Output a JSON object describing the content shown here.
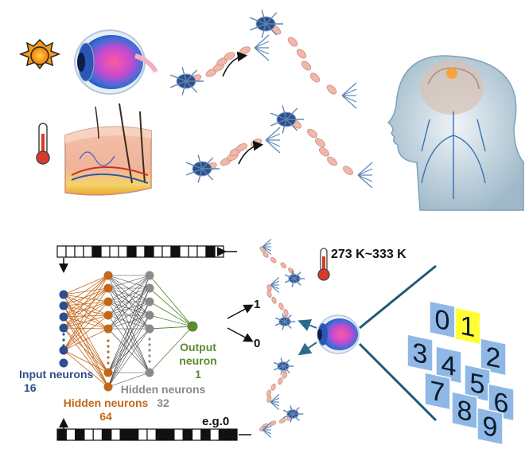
{
  "temperature_range": "273 K~333 K",
  "example_label": "e.g.0",
  "output_values": {
    "high": "1",
    "low": "0"
  },
  "layers": {
    "input": {
      "label": "Input neurons",
      "count": "16",
      "color": "#2e4e8c"
    },
    "hidden1": {
      "label": "Hidden neurons",
      "count": "64",
      "color": "#c2681a"
    },
    "hidden2": {
      "label": "Hidden neurons",
      "count": "32",
      "color": "#8a8a8a"
    },
    "output": {
      "label": "Output neuron",
      "count": "1",
      "color": "#5b8a2f"
    }
  },
  "digit_grid": {
    "digits": [
      "0",
      "1",
      "2",
      "3",
      "4",
      "5",
      "6",
      "7",
      "8",
      "9"
    ],
    "highlighted": "1",
    "tile_color": "#8fb8e6",
    "highlight_color": "#ffff33"
  },
  "top_input_bits": [
    0,
    0,
    0,
    0,
    1,
    0,
    0,
    0,
    1,
    0,
    1,
    0,
    0,
    1,
    0,
    0,
    0,
    1,
    0
  ],
  "bottom_output_bits": [
    1,
    0,
    1,
    0,
    0,
    1,
    0,
    1,
    1,
    0,
    0,
    1,
    1,
    0,
    1,
    0,
    1,
    0,
    1,
    1
  ],
  "icons": {
    "sun": "sun-icon",
    "thermometer": "thermometer-icon",
    "eye": "eye-icon",
    "skin": "skin-section-icon",
    "brain": "human-brain-icon",
    "neuron": "neuron-icon"
  }
}
